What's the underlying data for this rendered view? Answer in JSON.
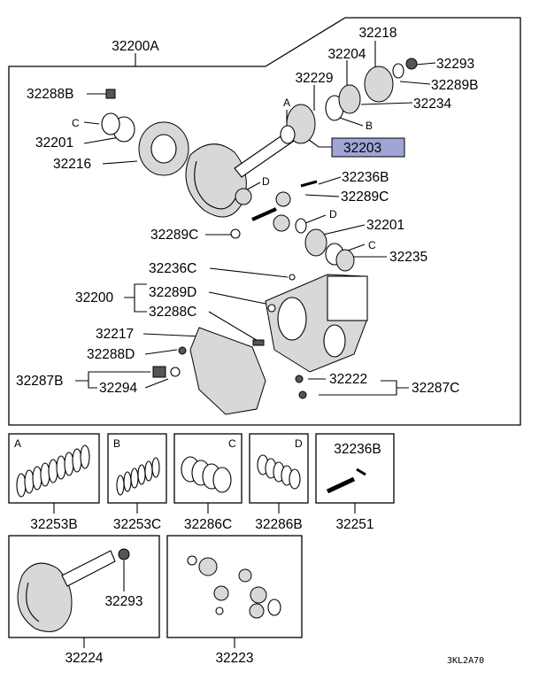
{
  "colors": {
    "highlight": "#9fa6d6",
    "ink": "#000000",
    "background": "#ffffff"
  },
  "labels": {
    "assembly": "32200A",
    "p32218": "32218",
    "p32293_top": "32293",
    "p32204": "32204",
    "p32289B": "32289B",
    "p32229": "32229",
    "p32234": "32234",
    "p32288B": "32288B",
    "ref_A_top": "A",
    "ref_B_top": "B",
    "ref_C_top": "C",
    "p32201_top": "32201",
    "p32203": "32203",
    "p32216": "32216",
    "p32236B_top": "32236B",
    "ref_D_top": "D",
    "p32289C_right": "32289C",
    "ref_D_mid": "D",
    "p32201_mid": "32201",
    "p32289C_left": "32289C",
    "ref_C_mid": "C",
    "p32235": "32235",
    "p32236C": "32236C",
    "p32200": "32200",
    "p32289D": "32289D",
    "p32288C": "32288C",
    "p32217": "32217",
    "p32288D": "32288D",
    "p32287B": "32287B",
    "p32294": "32294",
    "p32222": "32222",
    "p32287C": "32287C"
  },
  "kits": [
    {
      "letter": "A",
      "part": "32253B"
    },
    {
      "letter": "B",
      "part": "32253C"
    },
    {
      "letter": "C",
      "part": "32286C"
    },
    {
      "letter": "D",
      "part": "32286B"
    },
    {
      "letter": "32236B",
      "part": "32251"
    }
  ],
  "bottom_kits": [
    {
      "part": "32224",
      "inner_label": "32293"
    },
    {
      "part": "32223"
    }
  ],
  "figure_code": "3KL2A70"
}
